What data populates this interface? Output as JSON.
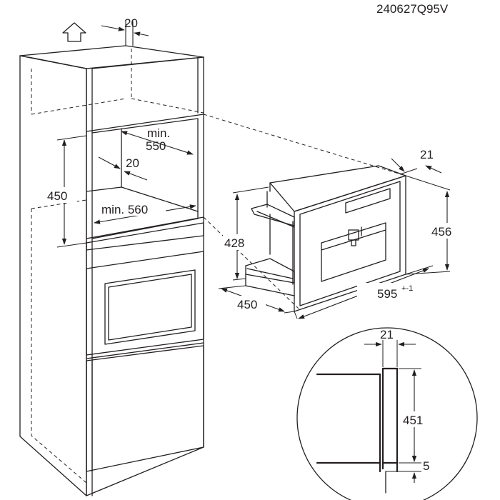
{
  "drawing_code": "240627Q95V",
  "column_dims": {
    "top_gap": "20",
    "niche_depth": "min.\n550",
    "rear_gap": "20",
    "niche_height": "450",
    "niche_width": "min. 560"
  },
  "appliance_dims": {
    "side_depth": "21",
    "body_height": "428",
    "front_height": "456",
    "body_depth": "450",
    "front_width": "595",
    "front_width_tolerance": "+-1"
  },
  "detail_dims": {
    "frame_depth": "21",
    "frame_height": "451",
    "bottom_gap": "5"
  },
  "icons": {
    "up_arrow": "up-arrow-icon"
  }
}
